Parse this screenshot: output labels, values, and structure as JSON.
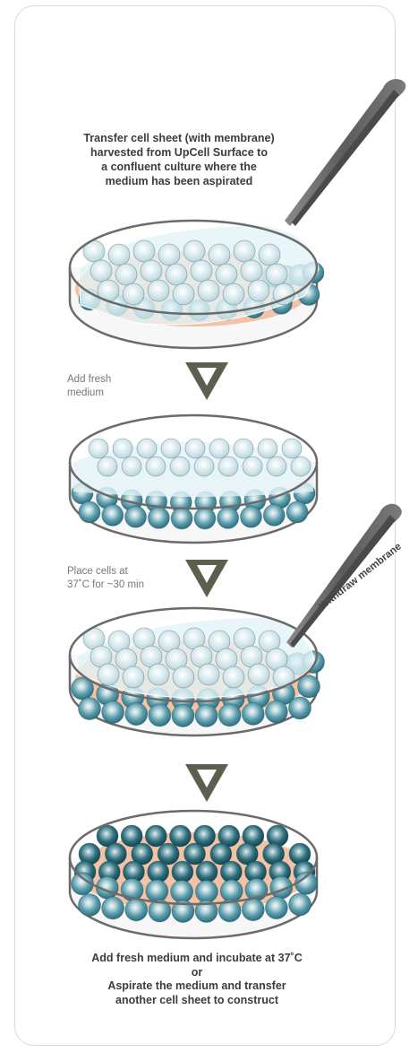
{
  "top_caption": [
    "Transfer cell sheet (with membrane)",
    "harvested from UpCell Surface to",
    "a confluent culture where the",
    "medium has been aspirated"
  ],
  "step1_label": [
    "Add fresh",
    "medium"
  ],
  "step2_label": [
    "Place cells at",
    "37˚C for ~30 min"
  ],
  "withdraw_label": "Withdraw membrane",
  "bottom_caption": [
    "Add fresh medium and incubate at 37˚C",
    "or",
    "Aspirate the medium and transfer",
    "another cell sheet to construct"
  ],
  "colors": {
    "dish_outline": "#6b6b6b",
    "medium": "#f3c3a8",
    "cell": "#4f93a2",
    "cell_dark": "#1f5f6d",
    "membrane": "#e3f3f7",
    "arrow": "#5e5e4e",
    "forceps": "#6e6e6e"
  },
  "icons": [
    "petri-dish",
    "cell-sheet",
    "membrane",
    "forceps",
    "down-arrow"
  ]
}
